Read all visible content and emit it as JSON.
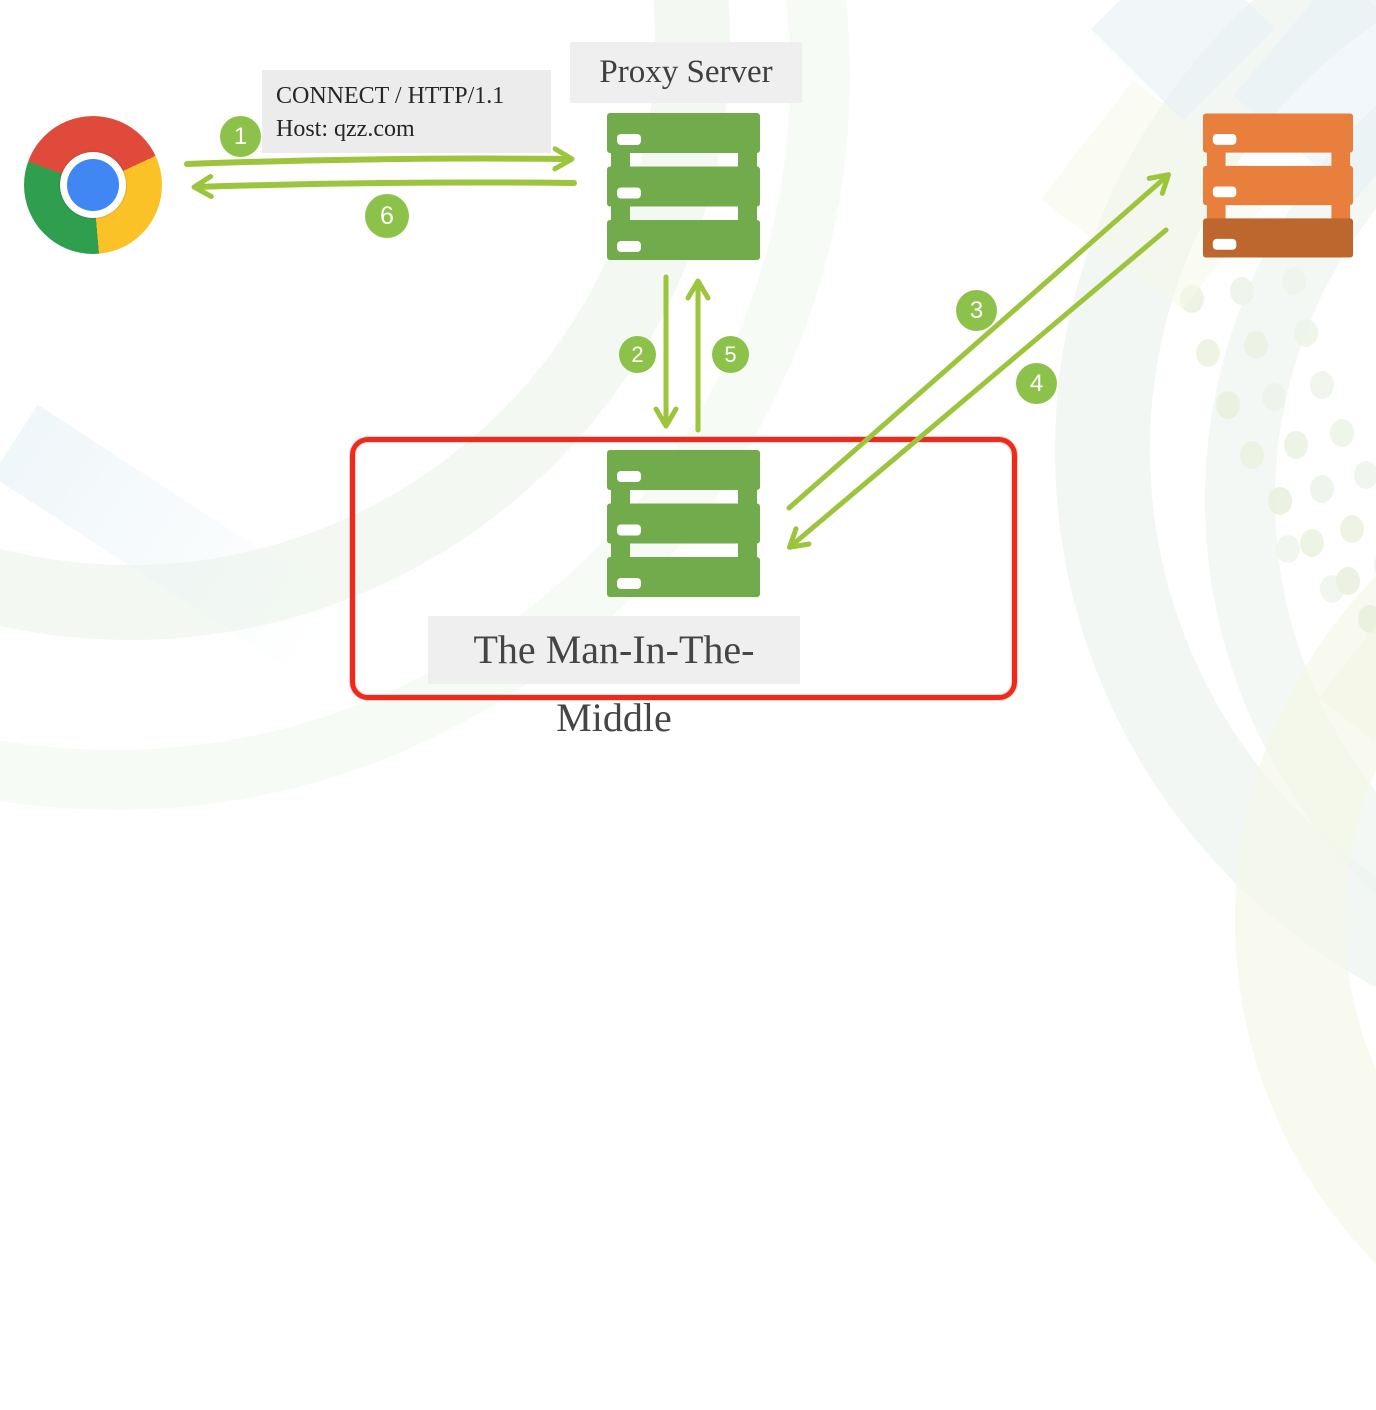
{
  "diagram": {
    "type": "network-flow-diagram",
    "request_label": {
      "line1": "CONNECT / HTTP/1.1",
      "line2": "Host: qzz.com"
    },
    "proxy": {
      "label": "Proxy Server"
    },
    "mitm": {
      "label": "The Man-In-The-Middle"
    },
    "steps": [
      {
        "label": "1"
      },
      {
        "label": "2"
      },
      {
        "label": "3"
      },
      {
        "label": "4"
      },
      {
        "label": "5"
      },
      {
        "label": "6"
      }
    ],
    "icons": {
      "browser": "chrome-browser",
      "proxy": "green-server-rack",
      "mitm": "green-server-rack",
      "origin": "orange-server-rack"
    },
    "colors": {
      "arrow_green": "#9CC53D",
      "badge_green": "#8DC24A",
      "server_green": "#71AB4C",
      "server_orange": "#E87F3D",
      "server_orange_dark": "#BD672F",
      "mitm_border_red": "#F0291D",
      "label_bg": "#EFEFEF",
      "label_text": "#3F3F3F"
    }
  }
}
